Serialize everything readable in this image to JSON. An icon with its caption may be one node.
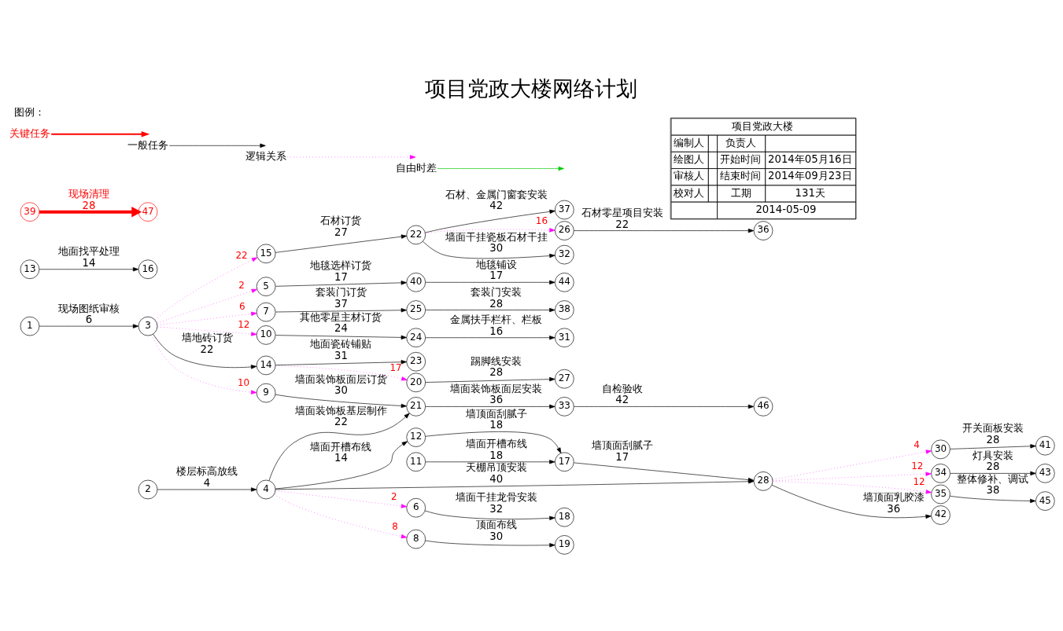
{
  "diagram": {
    "title": "项目党政大楼网络计划",
    "nodes": [
      {
        "text": [
          "1"
        ]
      },
      {
        "text": [
          "2"
        ]
      },
      {
        "text": [
          "3"
        ]
      },
      {
        "text": [
          "4"
        ]
      },
      {
        "text": [
          "5"
        ]
      },
      {
        "text": [
          "6"
        ]
      },
      {
        "text": [
          "7"
        ]
      },
      {
        "text": [
          "8"
        ]
      },
      {
        "text": [
          "9"
        ]
      },
      {
        "text": [
          "10"
        ]
      },
      {
        "text": [
          "11"
        ]
      },
      {
        "text": [
          "12"
        ]
      },
      {
        "text": [
          "13"
        ]
      },
      {
        "text": [
          "14"
        ]
      },
      {
        "text": [
          "15"
        ]
      },
      {
        "text": [
          "16"
        ]
      },
      {
        "text": [
          "17"
        ]
      },
      {
        "text": [
          "18"
        ]
      },
      {
        "text": [
          "19"
        ]
      },
      {
        "text": [
          "20"
        ]
      },
      {
        "text": [
          "21"
        ]
      },
      {
        "text": [
          "22"
        ]
      },
      {
        "text": [
          "23"
        ]
      },
      {
        "text": [
          "24"
        ]
      },
      {
        "text": [
          "25"
        ]
      },
      {
        "text": [
          "26"
        ]
      },
      {
        "text": [
          "27"
        ]
      },
      {
        "text": [
          "28"
        ]
      },
      {
        "text": [
          "30"
        ]
      },
      {
        "text": [
          "31"
        ]
      },
      {
        "text": [
          "32"
        ]
      },
      {
        "text": [
          "33"
        ]
      },
      {
        "text": [
          "34"
        ]
      },
      {
        "text": [
          "35"
        ]
      },
      {
        "text": [
          "36"
        ]
      },
      {
        "text": [
          "37"
        ]
      },
      {
        "text": [
          "38"
        ]
      },
      {
        "text": [
          "39"
        ]
      },
      {
        "text": [
          "40"
        ]
      },
      {
        "text": [
          "41"
        ]
      },
      {
        "text": [
          "42"
        ]
      },
      {
        "text": [
          "43"
        ]
      },
      {
        "text": [
          "44"
        ]
      },
      {
        "text": [
          "45"
        ]
      },
      {
        "text": [
          "46"
        ]
      },
      {
        "text": [
          "47"
        ]
      }
    ],
    "edges": [
      {
        "from": 0,
        "to": 2,
        "arrow": "to",
        "label": "现场图纸审核 6"
      },
      {
        "from": 2,
        "to": 13,
        "arrow": "to",
        "label": "墙地砖订货 22"
      },
      {
        "from": 13,
        "to": 19,
        "arrow": "to",
        "label": "17",
        "style": "dashed",
        "color": "#ff00ff"
      },
      {
        "from": 19,
        "to": 26,
        "arrow": "to",
        "label": "踢脚线安装 28"
      },
      {
        "from": 13,
        "to": 22,
        "arrow": "to",
        "label": "地面瓷砖铺贴 31"
      },
      {
        "from": 12,
        "to": 15,
        "arrow": "to",
        "label": "地面找平处理 14"
      },
      {
        "from": 2,
        "to": 4,
        "arrow": "to",
        "label": "2",
        "style": "dashed",
        "color": "#ff00ff"
      },
      {
        "from": 4,
        "to": 38,
        "arrow": "to",
        "label": "地毯选样订货 17"
      },
      {
        "from": 38,
        "to": 42,
        "arrow": "to",
        "label": "地毯铺设 17"
      },
      {
        "from": 2,
        "to": 6,
        "arrow": "to",
        "label": "6",
        "style": "dashed",
        "color": "#ff00ff"
      },
      {
        "from": 6,
        "to": 24,
        "arrow": "to",
        "label": "套装门订货 37"
      },
      {
        "from": 24,
        "to": 36,
        "arrow": "to",
        "label": "套装门安装 28"
      },
      {
        "from": 2,
        "to": 9,
        "arrow": "to",
        "label": "12",
        "style": "dashed",
        "color": "#ff00ff"
      },
      {
        "from": 9,
        "to": 23,
        "arrow": "to",
        "label": "其他零星主材订货 24"
      },
      {
        "from": 23,
        "to": 29,
        "arrow": "to",
        "label": "金属扶手栏杆、栏板 16"
      },
      {
        "from": 2,
        "to": 14,
        "arrow": "to",
        "label": "22",
        "style": "dashed",
        "color": "#ff00ff"
      },
      {
        "from": 14,
        "to": 21,
        "arrow": "to",
        "label": "石材订货 27"
      },
      {
        "from": 21,
        "to": 35,
        "arrow": "to",
        "label": "石材、金属门窗套安装 42"
      },
      {
        "from": 21,
        "to": 30,
        "arrow": "to",
        "label": "墙面干挂瓷板石材干挂 30"
      },
      {
        "from": 21,
        "to": 25,
        "arrow": "to",
        "label": "16",
        "style": "dashed",
        "color": "#ff00ff"
      },
      {
        "from": 25,
        "to": 34,
        "arrow": "to",
        "label": "石材零星项目安装 22"
      },
      {
        "from": 2,
        "to": 8,
        "arrow": "to",
        "label": "10",
        "style": "dashed",
        "color": "#ff00ff"
      },
      {
        "from": 8,
        "to": 20,
        "arrow": "to",
        "label": "墙面装饰板面层订货 30"
      },
      {
        "from": 3,
        "to": 20,
        "arrow": "to",
        "label": "墙面装饰板基层制作 22"
      },
      {
        "from": 20,
        "to": 31,
        "arrow": "to",
        "label": "墙面装饰板面层安装 36"
      },
      {
        "from": 31,
        "to": 44,
        "arrow": "to",
        "label": "自检验收 42"
      },
      {
        "from": 37,
        "to": 45,
        "arrow": "to",
        "label": "现场清理 28",
        "style": "thick",
        "color": "#ff0000"
      },
      {
        "from": 1,
        "to": 3,
        "arrow": "to",
        "label": "楼层标高放线 4"
      },
      {
        "from": 3,
        "to": 27,
        "arrow": "to",
        "label": "天棚吊顶安装 40"
      },
      {
        "from": 3,
        "to": 11,
        "arrow": "to",
        "label": "墙面开槽布线 14"
      },
      {
        "from": 10,
        "to": 16,
        "arrow": "to",
        "label": "墙面开槽布线 18"
      },
      {
        "from": 11,
        "to": 16,
        "arrow": "to",
        "label": "墙顶面刮腻子 18"
      },
      {
        "from": 16,
        "to": 27,
        "arrow": "to",
        "label": "墙顶面刮腻子 17"
      },
      {
        "from": 27,
        "to": 40,
        "arrow": "to",
        "label": "墙顶面乳胶漆 36"
      },
      {
        "from": 3,
        "to": 7,
        "arrow": "to",
        "label": "8",
        "style": "dashed",
        "color": "#ff00ff"
      },
      {
        "from": 7,
        "to": 18,
        "arrow": "to",
        "label": "顶面布线 30"
      },
      {
        "from": 3,
        "to": 5,
        "arrow": "to",
        "label": "2",
        "style": "dashed",
        "color": "#ff00ff"
      },
      {
        "from": 5,
        "to": 17,
        "arrow": "to",
        "label": "墙面干挂龙骨安装 32"
      },
      {
        "from": 27,
        "to": 28,
        "arrow": "to",
        "label": "4",
        "style": "dashed",
        "color": "#ff00ff"
      },
      {
        "from": 28,
        "to": 39,
        "arrow": "to",
        "label": "开关面板安装 28"
      },
      {
        "from": 27,
        "to": 32,
        "arrow": "to",
        "label": "12",
        "style": "dashed",
        "color": "#ff00ff"
      },
      {
        "from": 32,
        "to": 41,
        "arrow": "to",
        "label": "灯具安装 28"
      },
      {
        "from": 27,
        "to": 33,
        "arrow": "to",
        "label": "12",
        "style": "dashed",
        "color": "#ff00ff"
      },
      {
        "from": 33,
        "to": 43,
        "arrow": "to",
        "label": "整体修补、调试 38"
      }
    ],
    "labels": [
      "图例：",
      "项目党政大楼",
      "编制人",
      "负责人",
      "绘图人",
      "开始时间",
      "2014年05月16日",
      "审核人",
      "结束时间",
      "2014年09月23日",
      "校对人",
      "工期",
      "131天",
      "2014-05-09"
    ],
    "legend": [
      {
        "text": "关键任务"
      },
      {
        "text": "一般任务"
      },
      {
        "text": "逻辑关系"
      },
      {
        "text": "自由时差"
      }
    ]
  }
}
